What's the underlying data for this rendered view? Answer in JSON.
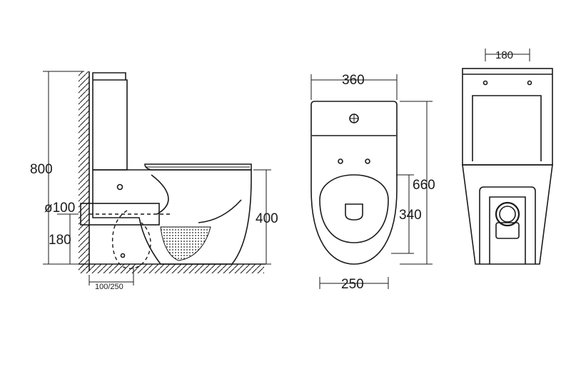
{
  "side_view": {
    "height_total": "800",
    "pipe_diameter": "ø100",
    "outlet_height": "180",
    "bowl_height": "400",
    "outlet_offset": "100/250"
  },
  "front_view": {
    "tank_width": "360",
    "length_total": "660",
    "seat_length": "340",
    "base_width": "250"
  },
  "rear_view": {
    "fixing_spacing": "180"
  }
}
